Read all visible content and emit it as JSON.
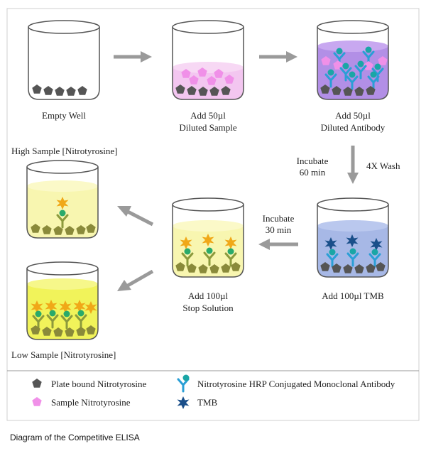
{
  "wells": [
    {
      "line1": "Empty Well",
      "line2": ""
    },
    {
      "line1": "Add 50µl",
      "line2": "Diluted Sample"
    },
    {
      "line1": "Add 50µl",
      "line2": "Diluted Antibody"
    },
    {
      "line1": "Add 100µl  TMB",
      "line2": ""
    },
    {
      "line1": "Add 100µl",
      "line2": "Stop Solution"
    }
  ],
  "outcomes": {
    "high": "High Sample [Nitrotyrosine]",
    "low": "Low Sample [Nitrotyrosine]"
  },
  "steps": {
    "incubate_60_l1": "Incubate",
    "incubate_60_l2": "60 min",
    "wash": "4X Wash",
    "incubate_30_l1": "Incubate",
    "incubate_30_l2": "30 min"
  },
  "legend": {
    "plate_bound": "Plate bound Nitrotyrosine",
    "sample": "Sample Nitrotyrosine",
    "antibody": "Nitrotyrosine HRP Conjugated  Monoclonal Antibody",
    "tmb": "TMB"
  },
  "caption": "Diagram of the Competitive ELISA",
  "colors": {
    "plate_bound": "#555555",
    "sample": "#f090e8",
    "antibody": "#2a9fd6",
    "hrp": "#1aa6a6",
    "tmb": "#1a4f8a",
    "stop_product": "#f0a818",
    "sample_liquid": "#f3c6f0",
    "antibody_liquid": "#b28fe6",
    "tmb_liquid": "#a7b8e6",
    "stop_liquid": "#f8f6b0",
    "low_liquid": "#f1f35a",
    "arrow": "#9a9a9a"
  }
}
